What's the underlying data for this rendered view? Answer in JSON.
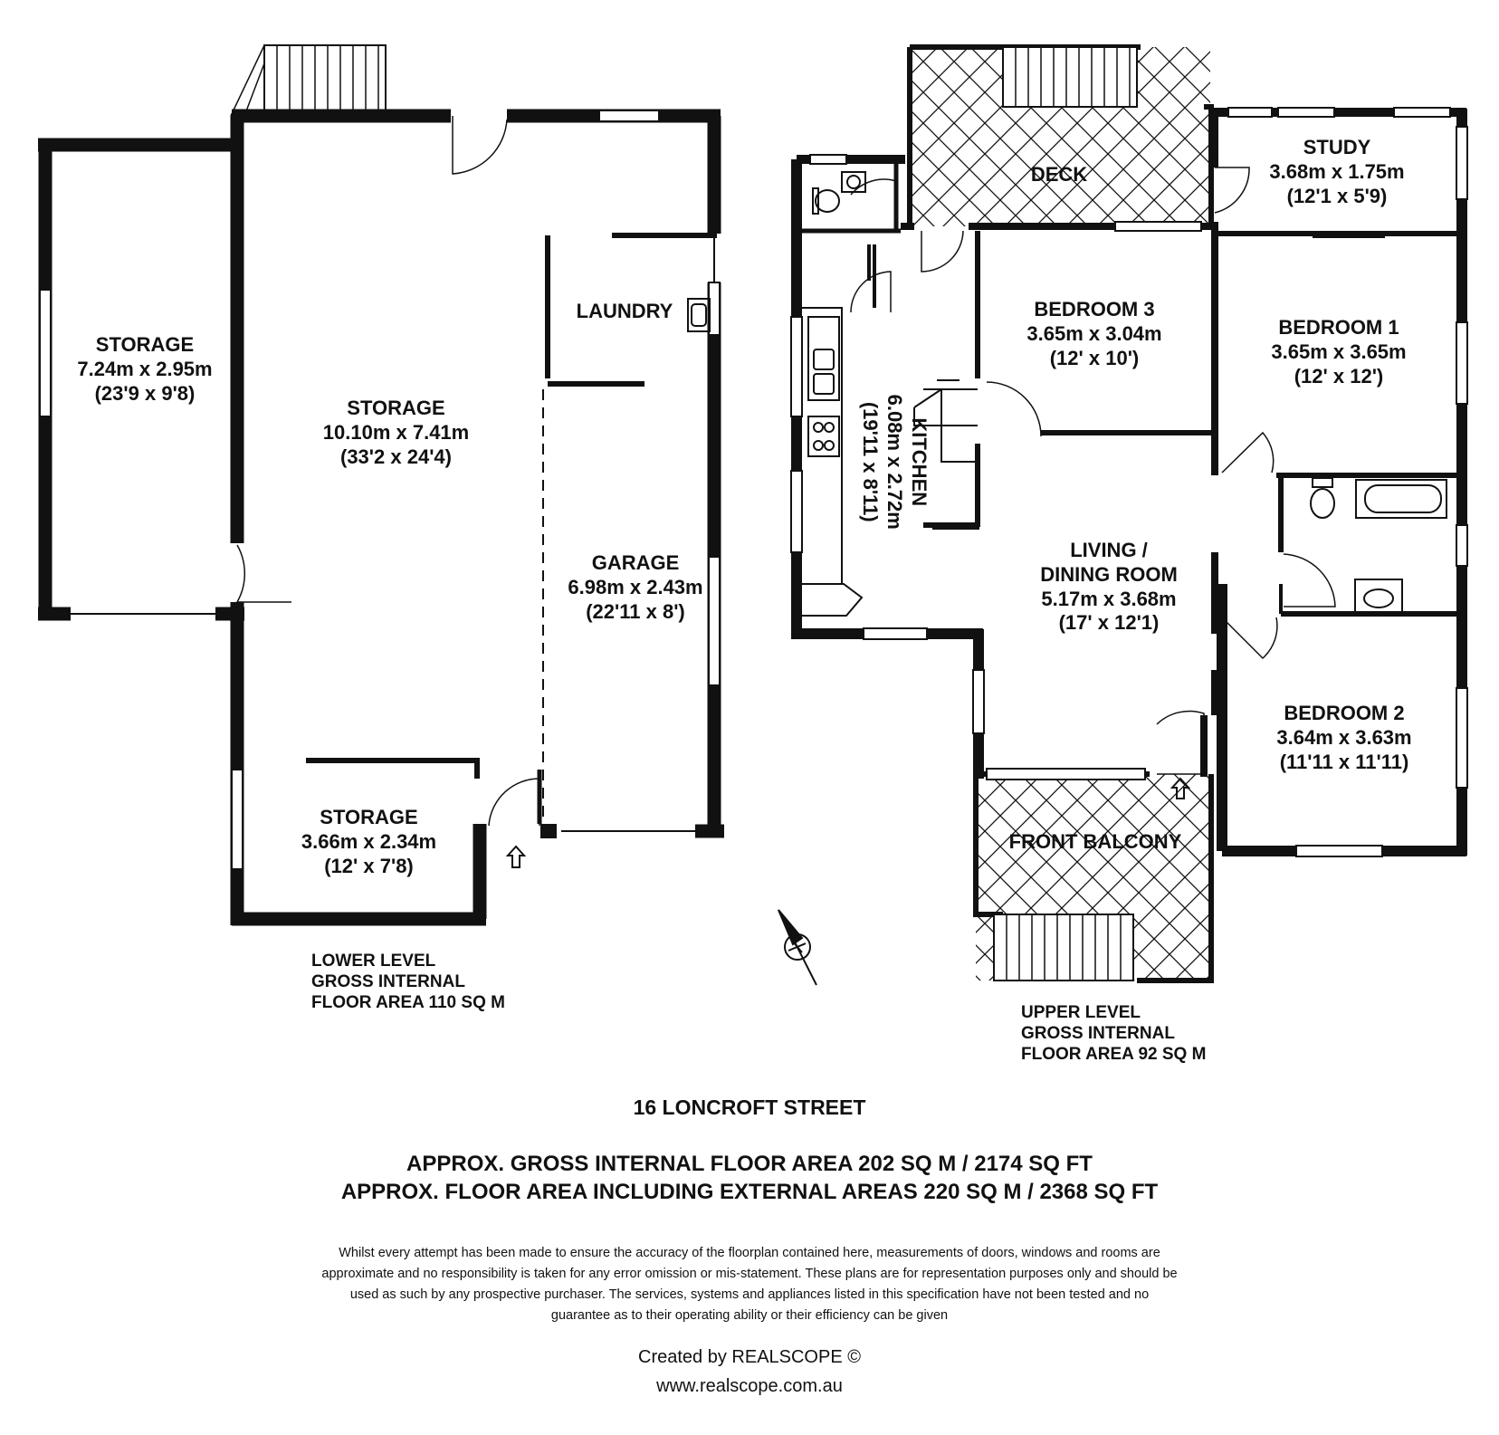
{
  "lower_level": {
    "rooms": [
      {
        "name": "STORAGE",
        "dims": "7.24m x 2.95m",
        "imperial": "(23'9 x 9'8)"
      },
      {
        "name": "STORAGE",
        "dims": "10.10m x 7.41m",
        "imperial": "(33'2 x 24'4)"
      },
      {
        "name": "LAUNDRY"
      },
      {
        "name": "GARAGE",
        "dims": "6.98m x 2.43m",
        "imperial": "(22'11 x 8')"
      },
      {
        "name": "STORAGE",
        "dims": "3.66m x 2.34m",
        "imperial": "(12' x 7'8)"
      }
    ],
    "area_label": [
      "LOWER LEVEL",
      "GROSS INTERNAL",
      "FLOOR AREA 110 SQ M"
    ]
  },
  "upper_level": {
    "rooms": [
      {
        "name": "DECK"
      },
      {
        "name": "STUDY",
        "dims": "3.68m x 1.75m",
        "imperial": "(12'1 x 5'9)"
      },
      {
        "name": "BEDROOM 3",
        "dims": "3.65m x 3.04m",
        "imperial": "(12' x 10')"
      },
      {
        "name": "BEDROOM 1",
        "dims": "3.65m x 3.65m",
        "imperial": "(12' x 12')"
      },
      {
        "name": "KITCHEN",
        "dims": "6.08m x 2.72m",
        "imperial": "(19'11 x 8'11)"
      },
      {
        "name": "LIVING /",
        "name2": "DINING ROOM",
        "dims": "5.17m x 3.68m",
        "imperial": "(17' x 12'1)"
      },
      {
        "name": "BEDROOM 2",
        "dims": "3.64m x 3.63m",
        "imperial": "(11'11 x 11'11)"
      },
      {
        "name": "FRONT BALCONY"
      }
    ],
    "area_label": [
      "UPPER LEVEL",
      "GROSS INTERNAL",
      "FLOOR AREA 92 SQ M"
    ]
  },
  "address": "16 LONCROFT STREET",
  "summary": [
    "APPROX. GROSS INTERNAL FLOOR AREA 202 SQ M / 2174 SQ FT",
    "APPROX. FLOOR AREA INCLUDING EXTERNAL AREAS 220 SQ M / 2368 SQ FT"
  ],
  "disclaimer": [
    "Whilst every attempt has been made to ensure the accuracy of the floorplan contained here, measurements of doors, windows and rooms are",
    "approximate and no responsibility is taken for any error omission or mis-statement. These plans are for representation purposes only and should be",
    "used as such by any prospective purchaser. The services, systems and appliances listed in this specification have not been tested and no",
    "guarantee as to their operating ability or their efficiency can be given"
  ],
  "credit": {
    "created_by": "Created by REALSCOPE ©",
    "website": "www.realscope.com.au"
  },
  "icons": [
    "compass-icon",
    "entry-arrow-icon",
    "sink-icon",
    "toilet-icon",
    "bathtub-icon",
    "basin-icon",
    "cooktop-icon",
    "stairs-icon"
  ],
  "colors": {
    "wall": "#111111",
    "background": "#ffffff"
  }
}
